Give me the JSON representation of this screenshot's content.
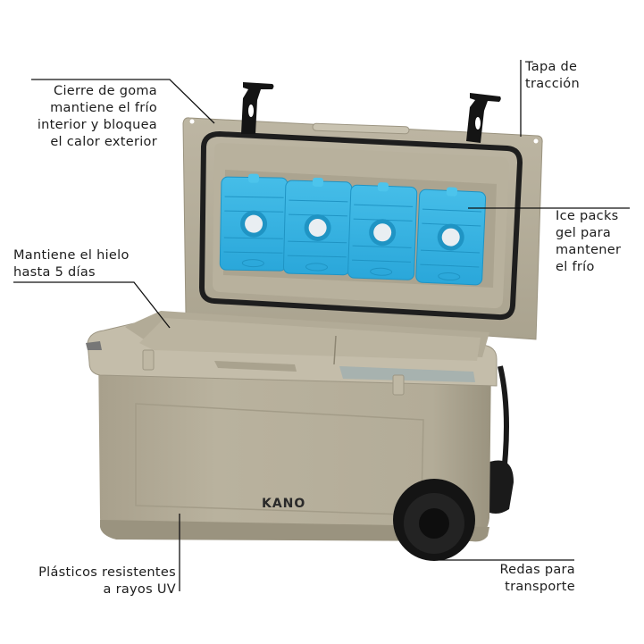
{
  "product": {
    "name": "Cooler with wheels",
    "brand_logo": "KANO",
    "colors": {
      "body": "#b5ad99",
      "body_shadow": "#9d9683",
      "body_light": "#c8c1ae",
      "gasket": "#1e1e1e",
      "ice_pack": "#33b3e3",
      "ice_pack_dark": "#1f94c4",
      "ice_cap": "#e9eef2",
      "wheel": "#141414",
      "callout_line": "#111111",
      "text": "#1c1c1c"
    }
  },
  "callouts": [
    {
      "id": "gasket",
      "text": "Cierre de goma\nmantiene el frío\ninterior y bloquea\nel calor exterior"
    },
    {
      "id": "latch",
      "text": "Tapa de\ntracción"
    },
    {
      "id": "ice-packs",
      "text": "Ice packs\ngel para\nmantener\nel frío"
    },
    {
      "id": "ice-retention",
      "text": "Mantiene el hielo\nhasta 5 días"
    },
    {
      "id": "uv-plastic",
      "text": "Plásticos resistentes\na rayos UV"
    },
    {
      "id": "wheels",
      "text": "Redas para\ntransporte"
    }
  ]
}
